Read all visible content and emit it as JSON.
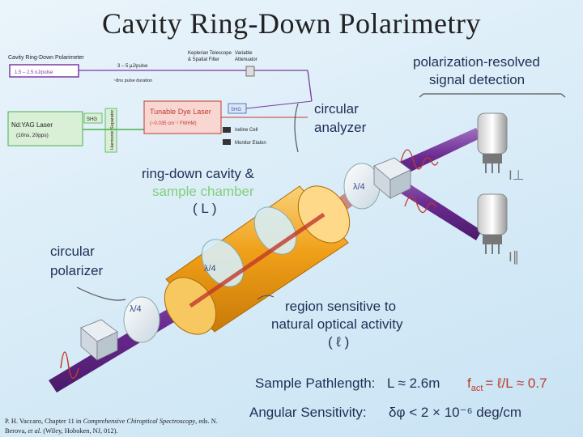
{
  "title": "Cavity Ring-Down Polarimetry",
  "inset": {
    "title": "Cavity Ring-Down Polarimeter",
    "pulse_energy": "1.5 – 2.5 nJ/pulse",
    "beam_energy": "3 – 5 μJ/pulse",
    "telescope": "Keplerian Telescope",
    "spatial_filter": "& Spatial Filter",
    "attenuator_1": "Variable",
    "attenuator_2": "Attenuator",
    "pulse_duration": "~8ns pulse duration",
    "nd_yag_1": "Nd:YAG Laser",
    "nd_yag_2": "(10ns, 20pps)",
    "shg_1": "SHG",
    "harmonic_separator": "Harmonic Separator",
    "dye_laser_1": "Tunable Dye Laser",
    "dye_laser_2": "(~0.035 cm⁻¹ FWHM)",
    "shg_2": "SHG",
    "iodine_cell": "Iodine Cell",
    "monitor_etalon": "Monitor Etalon"
  },
  "labels": {
    "polarization_1": "polarization-resolved",
    "polarization_2": "signal detection",
    "circular_analyzer_1": "circular",
    "circular_analyzer_2": "analyzer",
    "cavity_1": "ring-down cavity &",
    "cavity_2": "sample chamber",
    "cavity_3": "( L )",
    "circular_polarizer_1": "circular",
    "circular_polarizer_2": "polarizer",
    "region_1": "region sensitive to",
    "region_2": "natural optical activity",
    "region_3": "( ℓ )",
    "quarter_wave": "λ/4",
    "i_perp": "I⊥",
    "i_par": "I∥"
  },
  "summary": {
    "pathlength_label": "Sample Pathlength:",
    "pathlength_value": "L ≈ 2.6m",
    "fact_label": "f",
    "fact_sub": "act",
    "fact_value": "= ℓ/L ≈ 0.7",
    "angular_label": "Angular Sensitivity:",
    "angular_value": "δφ < 2 × 10⁻⁶ deg/cm"
  },
  "citation": {
    "line1_a": "P. H. Vaccaro, Chapter 11 in ",
    "line1_b": "Comprehensive Chiroptical Spectroscopy",
    "line1_c": ", eds. N.",
    "line2_a": "Berova, ",
    "line2_b": "et al.",
    "line2_c": " (Wiley, Hoboken, NJ, 012)."
  },
  "colors": {
    "beam": "#7b3aa0",
    "label_blue": "#1f2f55",
    "green_text": "#7fd07a",
    "inset_red": "#c0392b",
    "inset_green": "#4caf50",
    "cavity_orange": "#f0a018"
  }
}
